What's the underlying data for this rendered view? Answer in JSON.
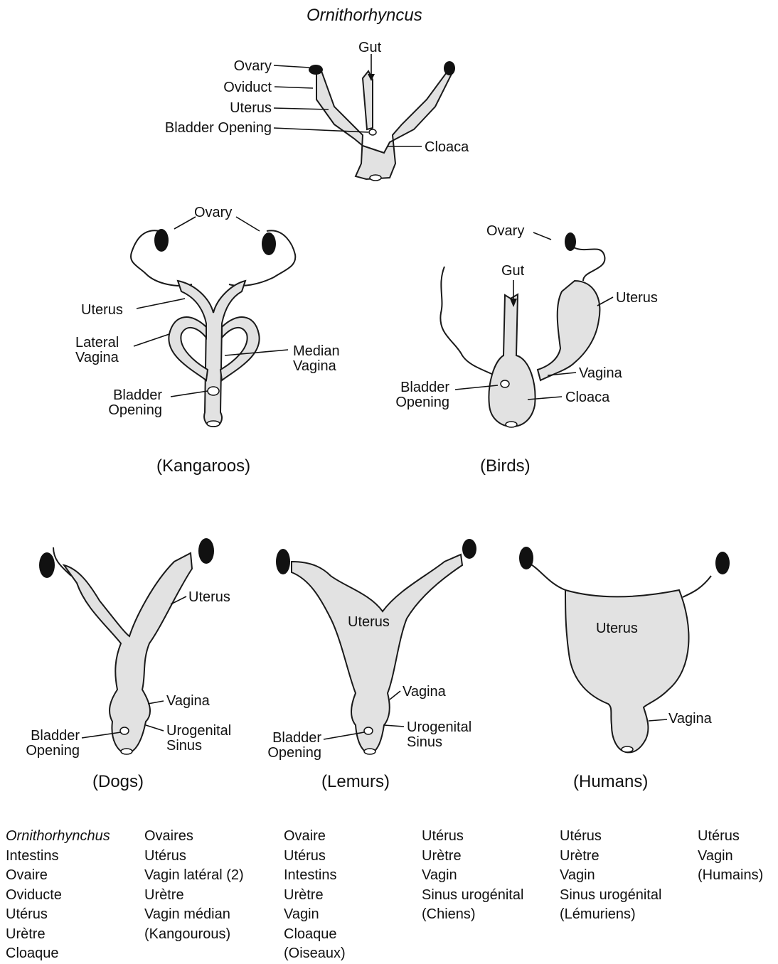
{
  "title": "Ornithorhyncus",
  "platypus": {
    "ovary": "Ovary",
    "oviduct": "Oviduct",
    "uterus": "Uterus",
    "bladder_opening": "Bladder Opening",
    "gut": "Gut",
    "cloaca": "Cloaca"
  },
  "kangaroo": {
    "ovary": "Ovary",
    "uterus": "Uterus",
    "lateral_vagina_1": "Lateral",
    "lateral_vagina_2": "Vagina",
    "median_vagina_1": "Median",
    "median_vagina_2": "Vagina",
    "bladder_1": "Bladder",
    "bladder_2": "Opening",
    "caption": "(Kangaroos)"
  },
  "birds": {
    "ovary": "Ovary",
    "gut": "Gut",
    "uterus": "Uterus",
    "vagina": "Vagina",
    "cloaca": "Cloaca",
    "bladder_1": "Bladder",
    "bladder_2": "Opening",
    "caption": "(Birds)"
  },
  "dogs": {
    "uterus": "Uterus",
    "vagina": "Vagina",
    "bladder_1": "Bladder",
    "bladder_2": "Opening",
    "sinus_1": "Urogenital",
    "sinus_2": "Sinus",
    "caption": "(Dogs)"
  },
  "lemurs": {
    "uterus": "Uterus",
    "vagina": "Vagina",
    "bladder_1": "Bladder",
    "bladder_2": "Opening",
    "sinus_1": "Urogenital",
    "sinus_2": "Sinus",
    "caption": "(Lemurs)"
  },
  "humans": {
    "uterus": "Uterus",
    "vagina": "Vagina",
    "caption": "(Humans)"
  },
  "legend": [
    [
      "Ornithorhynchus",
      "Intestins",
      "Ovaire",
      "Oviducte",
      "Utérus",
      "Urètre",
      "Cloaque"
    ],
    [
      "Ovaires",
      "Utérus",
      "Vagin latéral (2)",
      "Urètre",
      "Vagin médian",
      "(Kangourous)"
    ],
    [
      "Ovaire",
      "Utérus",
      "Intestins",
      "Urètre",
      "Vagin",
      "Cloaque",
      "(Oiseaux)"
    ],
    [
      "Utérus",
      "Urètre",
      "Vagin",
      "Sinus urogénital",
      "(Chiens)"
    ],
    [
      "Utérus",
      "Urètre",
      "Vagin",
      "Sinus urogénital",
      "(Lémuriens)"
    ],
    [
      "Utérus",
      "Vagin",
      "(Humains)"
    ]
  ]
}
